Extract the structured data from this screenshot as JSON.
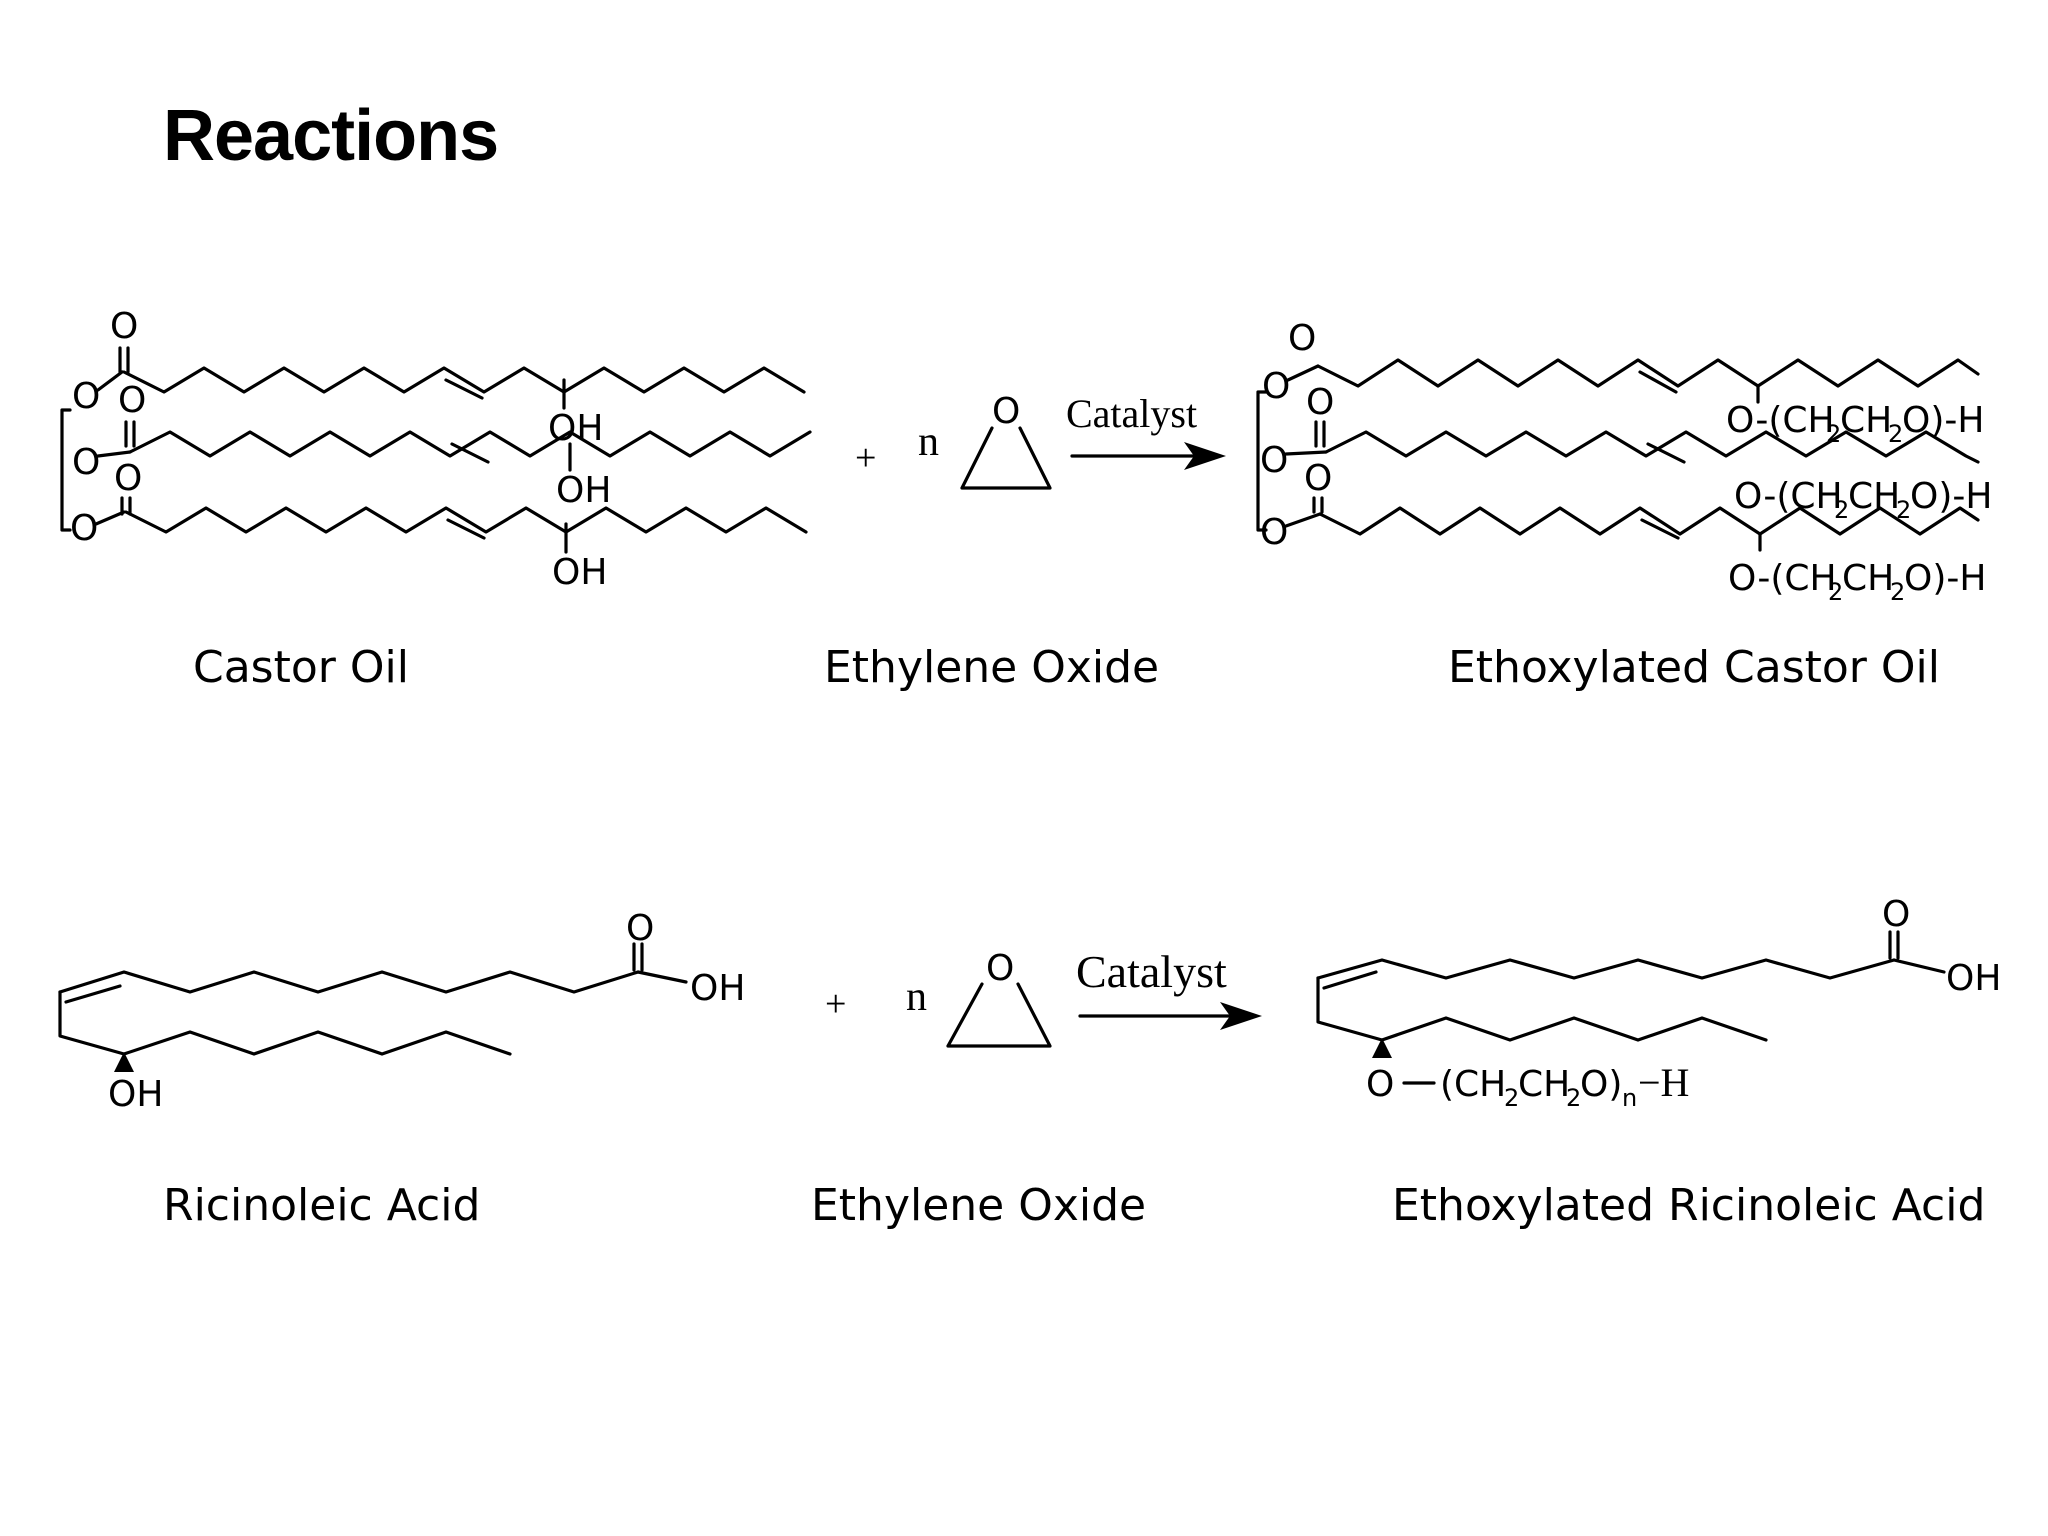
{
  "title": "Reactions",
  "row1": {
    "reactant_label": "Castor Oil",
    "reagent_label": "Ethylene Oxide",
    "product_label": "Ethoxylated Castor Oil",
    "plus": "+",
    "coefficient": "n",
    "catalyst": "Catalyst",
    "reactant_atoms": {
      "carbonyl_o": "O",
      "ester_o": "O",
      "hydroxyl": "OH"
    },
    "epoxide_o": "O",
    "product_atoms": {
      "carbonyl_o": "O",
      "ester_o": "O",
      "ether_prefix": "O-(CH",
      "sub2": "2",
      "ch": "CH",
      "ether_suffix": "O)-H"
    }
  },
  "row2": {
    "reactant_label": "Ricinoleic Acid",
    "reagent_label": "Ethylene Oxide",
    "product_label": "Ethoxylated Ricinoleic Acid",
    "plus": "+",
    "coefficient": "n",
    "catalyst": "Catalyst",
    "reactant_atoms": {
      "carbonyl_o": "O",
      "acid_oh": "OH",
      "hydroxyl": "OH"
    },
    "epoxide_o": "O",
    "product_atoms": {
      "carbonyl_o": "O",
      "acid_oh": "OH",
      "ether_o": "O",
      "chain_prefix": "(CH",
      "sub2": "2",
      "ch": "CH",
      "chain_mid": "O)",
      "sub_n": "n",
      "chain_end": "−H"
    }
  }
}
